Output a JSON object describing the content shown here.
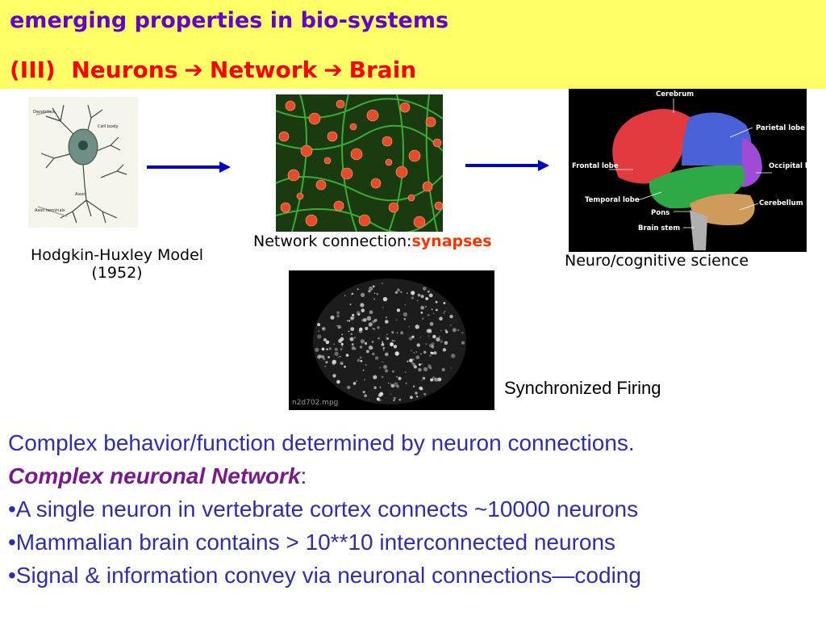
{
  "header": {
    "line1": "emerging properties in bio-systems",
    "line2_prefix": "(III)",
    "line2_a": "Neurons",
    "line2_b": "Network",
    "line2_c": "Brain",
    "arrow_glyph": "➔",
    "colors": {
      "background": "#ffff66",
      "line1": "#6600cc",
      "line2": "#ff0000"
    }
  },
  "figures": {
    "neuron": {
      "caption_line1": "Hodgkin-Huxley Model",
      "caption_line2": "(1952)",
      "labels": {
        "dendrites": "Dendrites",
        "cell_body": "Cell body",
        "axon": "Axon",
        "axon_terminals": "Axon terminals"
      }
    },
    "network": {
      "caption_prefix": "Network connection:",
      "caption_emphasis": "synapses"
    },
    "brain": {
      "caption": "Neuro/cognitive science",
      "labels": {
        "cerebrum": "Cerebrum",
        "parietal": "Parietal lobe",
        "frontal": "Frontal lobe",
        "occipital": "Occipital lobe",
        "temporal": "Temporal lobe",
        "cerebellum": "Cerebellum",
        "pons": "Pons",
        "brain_stem": "Brain stem"
      }
    },
    "firing": {
      "caption": "Synchronized Firing",
      "filename": "n2d702.mpg"
    }
  },
  "body": {
    "line1": "Complex behavior/function determined by neuron connections.",
    "line2_emph": "Complex neuronal Network",
    "line2_suffix": ":",
    "bullets": [
      "•A single neuron in vertebrate cortex connects ~10000 neurons",
      "•Mammalian brain contains > 10**10 interconnected neurons",
      "•Signal & information convey via neuronal connections—coding"
    ],
    "colors": {
      "text": "#2e2eaa",
      "emphasis": "#7a1a8a"
    }
  }
}
